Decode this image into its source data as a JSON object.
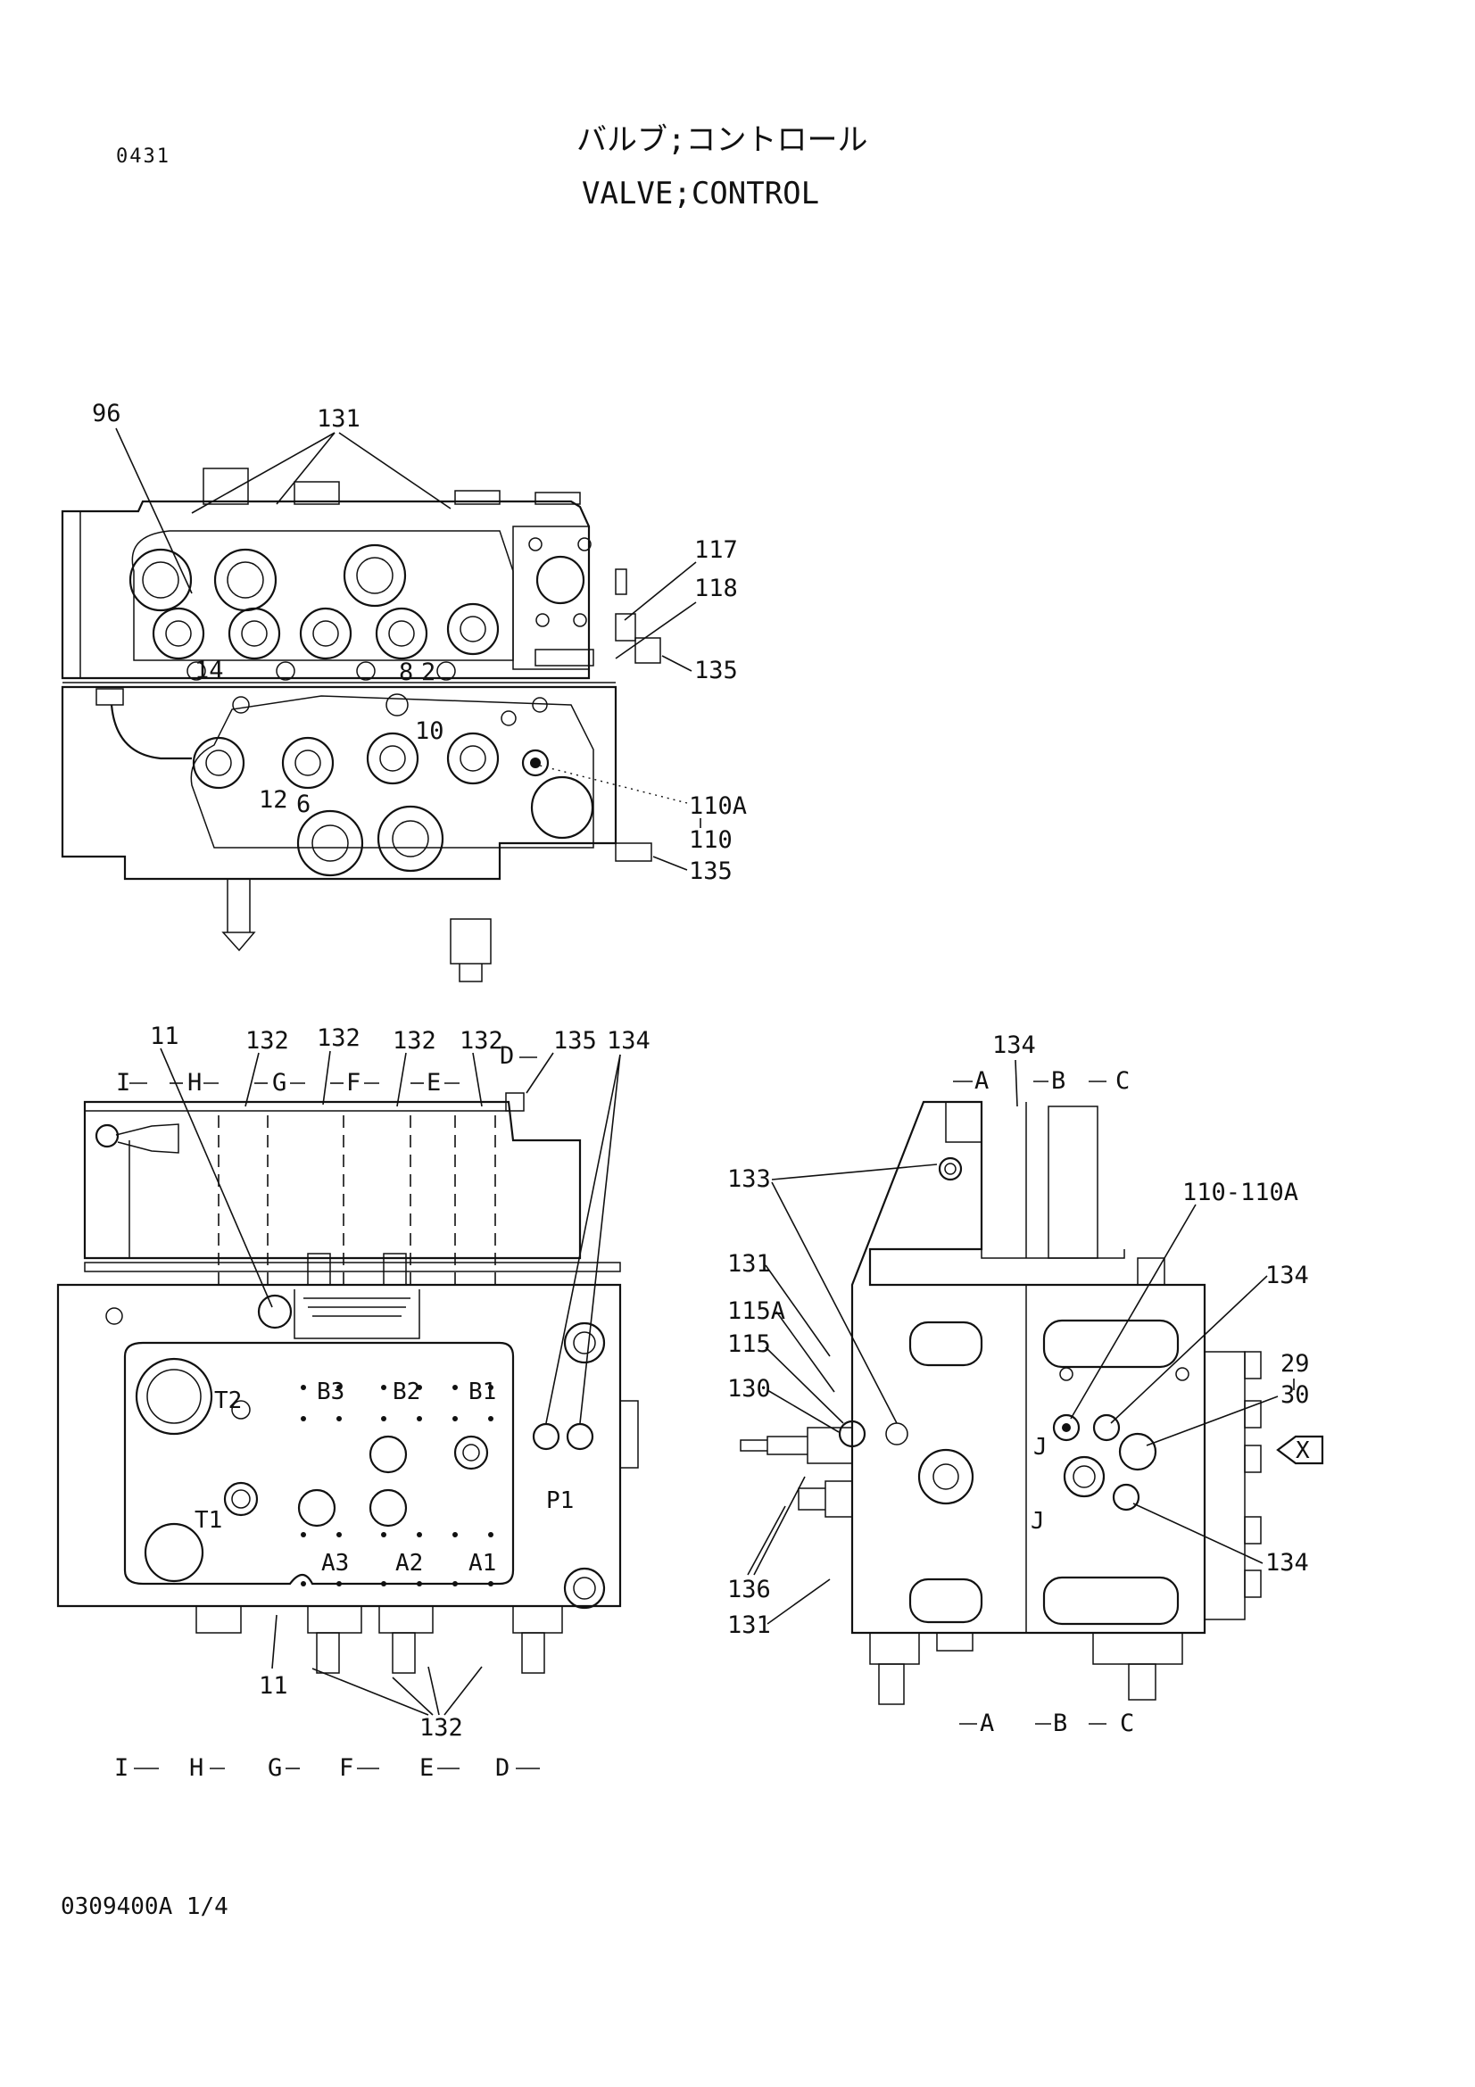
{
  "header": {
    "code": "0431",
    "title_ja": "バルブ;コントロール",
    "title_en": "VALVE;CONTROL"
  },
  "top_view": {
    "labels": [
      "96",
      "131",
      "117",
      "118",
      "135",
      "14",
      "8",
      "2",
      "10",
      "110A",
      "12",
      "6",
      "110",
      "135"
    ]
  },
  "front_view": {
    "labels": [
      "11",
      "132",
      "132",
      "132",
      "132",
      "D",
      "135",
      "134",
      "11",
      "132"
    ],
    "section_letters_top": [
      "I",
      "H",
      "G",
      "F",
      "E"
    ],
    "section_letters_bottom": [
      "I",
      "H",
      "G",
      "F",
      "E",
      "D"
    ],
    "ports": [
      "B3",
      "B2",
      "B1",
      "T2",
      "T1",
      "P1",
      "A3",
      "A2",
      "A1"
    ]
  },
  "side_view": {
    "labels": [
      "134",
      "133",
      "131",
      "115A",
      "115",
      "130",
      "136",
      "131",
      "110-110A",
      "134",
      "29",
      "30",
      "134"
    ],
    "section_letters_top": [
      "A",
      "B",
      "C"
    ],
    "section_letters_bottom": [
      "A",
      "B",
      "C"
    ],
    "ports": [
      "J",
      "J"
    ],
    "view_marker": "X"
  },
  "footer": {
    "drawing_number": "0309400A 1/4"
  }
}
